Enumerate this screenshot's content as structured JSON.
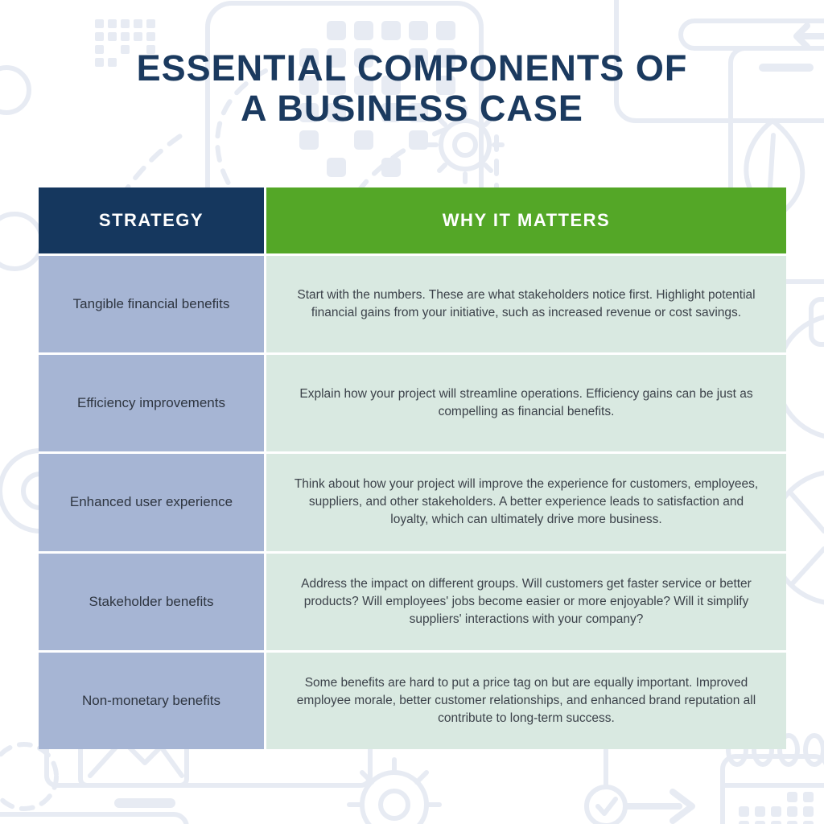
{
  "title": {
    "line1": "ESSENTIAL COMPONENTS OF",
    "line2": "A BUSINESS CASE"
  },
  "table": {
    "headers": [
      {
        "label": "STRATEGY"
      },
      {
        "label": "WHY IT MATTERS"
      }
    ],
    "rows": [
      {
        "strategy": "Tangible financial benefits",
        "why": "Start with the numbers. These are what stakeholders notice first. Highlight potential financial gains from your initiative, such as increased revenue or cost savings."
      },
      {
        "strategy": "Efficiency improvements",
        "why": "Explain how your project will streamline operations. Efficiency gains can be just as compelling as financial benefits."
      },
      {
        "strategy": "Enhanced user experience",
        "why": "Think about how your project will improve the experience for customers, employees, suppliers, and other stakeholders. A better experience leads to satisfaction and loyalty, which can ultimately drive more business."
      },
      {
        "strategy": "Stakeholder benefits",
        "why": "Address the impact on different groups. Will customers get faster service or better products? Will employees' jobs become easier or more enjoyable? Will it simplify suppliers' interactions with your company?"
      },
      {
        "strategy": "Non-monetary benefits",
        "why": "Some benefits are hard to put a price tag on but are equally important. Improved employee morale, better customer relationships, and enhanced brand reputation all contribute to long-term success."
      }
    ]
  },
  "colors": {
    "navy": "#15375e",
    "green": "#54a727",
    "strategy_cell": "#a6b5d4",
    "why_cell": "#d9e9e1",
    "header_text": "#ffffff",
    "title_text": "#1b3a5f",
    "strategy_text": "#2e3540",
    "why_text": "#3c424a",
    "doodle": "#e7ebf3",
    "background": "#ffffff"
  }
}
